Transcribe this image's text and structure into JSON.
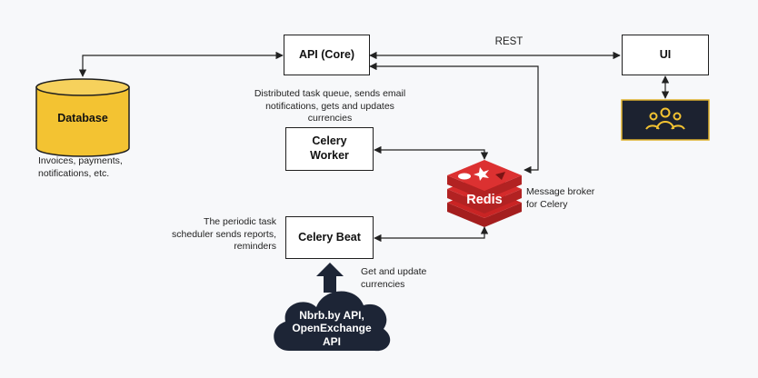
{
  "nodes": {
    "api_core": "API (Core)",
    "ui": "UI",
    "database": "Database",
    "celery_worker": "Celery\nWorker",
    "celery_beat": "Celery Beat",
    "redis": "Redis",
    "external_api": "Nbrb.by API,\nOpenExchange\nAPI"
  },
  "edge_labels": {
    "rest": "REST"
  },
  "notes": {
    "worker": "Distributed task queue, sends email\nnotifications, gets and updates\ncurrencies",
    "database": "Invoices, payments,\nnotifications, etc.",
    "redis": "Message broker\nfor Celery",
    "beat": "The periodic task\nscheduler sends reports,\nreminders",
    "currencies": "Get and update\ncurrencies"
  },
  "colors": {
    "database_fill": "#f3c332",
    "users_panel": "#1c2230",
    "users_icon": "#f3c332",
    "redis_red": "#d42b2b",
    "cloud": "#1d2536",
    "line": "#222222"
  },
  "icons": {
    "users": "users-group-icon",
    "redis": "redis-logo-icon",
    "cloud": "cloud-icon"
  }
}
